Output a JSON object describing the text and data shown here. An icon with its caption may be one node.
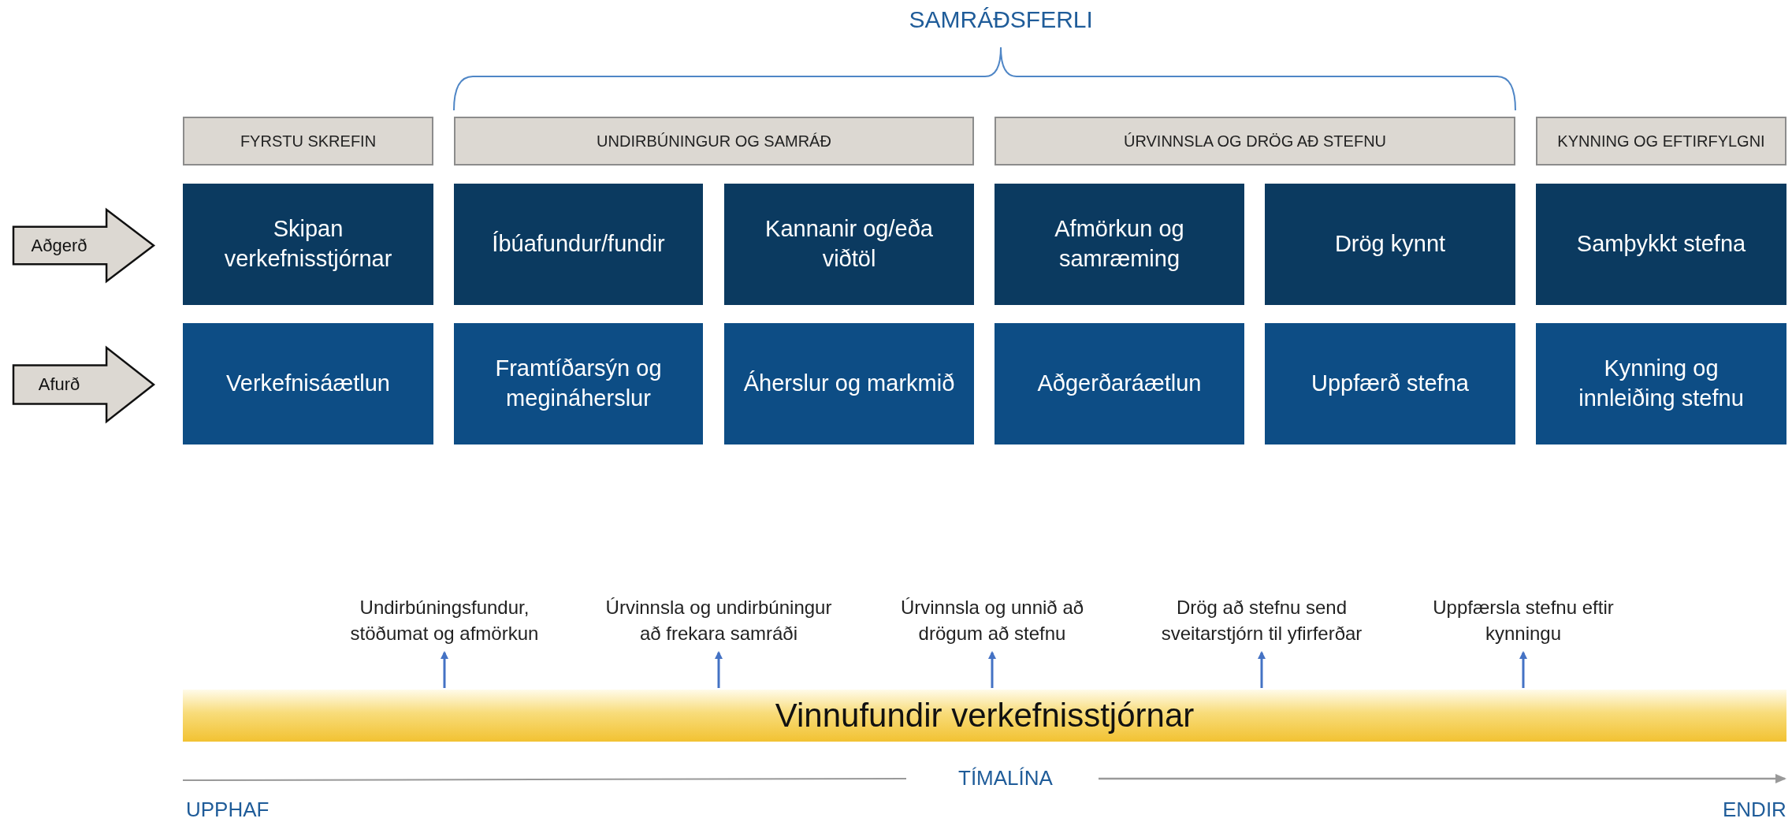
{
  "diagram": {
    "nodes": [
      {
        "text": [
          "FYRSTU SKREFIN"
        ]
      },
      {
        "text": [
          "UNDIRBÚNINGUR OG SAMRÁÐ"
        ]
      },
      {
        "text": [
          "ÚRVINNSLA OG DRÖG AÐ STEFNU"
        ]
      },
      {
        "text": [
          "KYNNING OG EFTIRFYLGNI"
        ]
      },
      {
        "text": [
          "Aðgerð"
        ]
      },
      {
        "text": [
          "Skipan verkefnisstjórnar"
        ]
      },
      {
        "text": [
          "Íbúafundur/fundir"
        ]
      },
      {
        "text": [
          "Kannanir og/eða viðtöl"
        ]
      },
      {
        "text": [
          "Afmörkun og samræming"
        ]
      },
      {
        "text": [
          "Drög kynnt"
        ]
      },
      {
        "text": [
          "Samþykkt stefna"
        ]
      },
      {
        "text": [
          "Afurð"
        ]
      },
      {
        "text": [
          "Verkefnisáætlun"
        ]
      },
      {
        "text": [
          "Framtíðarsýn og megináherslur"
        ]
      },
      {
        "text": [
          "Áherslur og markmið"
        ]
      },
      {
        "text": [
          "Aðgerðaráætlun"
        ]
      },
      {
        "text": [
          "Uppfærð stefna"
        ]
      },
      {
        "text": [
          "Kynning og innleiðing stefnu"
        ]
      },
      {
        "text": [
          "Undirbúningsfundur, stöðumat og afmörkun"
        ]
      },
      {
        "text": [
          "Úrvinnsla og undirbúningur að frekara samráði"
        ]
      },
      {
        "text": [
          "Úrvinnsla og unnið að drögum að stefnu"
        ]
      },
      {
        "text": [
          "Drög að stefnu send sveitarstjórn til yfirferðar"
        ]
      },
      {
        "text": [
          "Uppfærsla stefnu eftir kynningu"
        ]
      },
      {
        "text": [
          "Vinnufundir verkefnisstjórnar"
        ]
      }
    ],
    "edges": [
      {
        "from": 23,
        "to": 18,
        "arrow": "to"
      },
      {
        "from": 23,
        "to": 19,
        "arrow": "to"
      },
      {
        "from": 23,
        "to": 20,
        "arrow": "to"
      },
      {
        "from": 23,
        "to": 21,
        "arrow": "to"
      },
      {
        "from": 23,
        "to": 22,
        "arrow": "to"
      }
    ],
    "labels": [
      "SAMRÁÐSFERLI",
      "TÍMALÍNA",
      "UPPHAF",
      "ENDIR"
    ]
  }
}
